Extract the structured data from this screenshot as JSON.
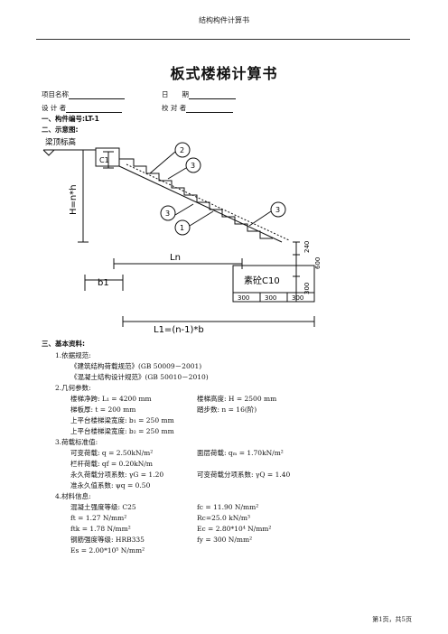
{
  "header": {
    "text": "结构构件计算书"
  },
  "title": "板式楼梯计算书",
  "info": {
    "project_name_label": "项目名称",
    "date_label": "日　　期",
    "designer_label": "设 计 者",
    "checker_label": "校 对 者"
  },
  "sections": {
    "s1": "一、构件编号:LT-1",
    "s2": "二、示意图:",
    "s3": "三、基本资料:"
  },
  "diagram": {
    "label_elevation": "梁顶标高",
    "label_c1": "C1",
    "label_height": "H=n*h",
    "label_ln": "Ln",
    "label_b1": "b1",
    "label_concrete": "素砼C10",
    "label_l1": "L1=(n-1)*b",
    "dims_bottom": [
      "300",
      "300",
      "300"
    ],
    "dims_right": [
      "240",
      "600",
      "300"
    ],
    "callouts": [
      "2",
      "3",
      "3",
      "1",
      "3"
    ]
  },
  "basic": {
    "item1": "1.依据规范:",
    "code1": "《建筑结构荷载规范》(GB 50009－2001)",
    "code2": "《混凝土结构设计规范》(GB 50010－2010)",
    "item2": "2.几何参数:",
    "geo_rows": [
      [
        "楼梯净跨: L₁ = 4200 mm",
        "楼梯高度: H = 2500 mm"
      ],
      [
        "梯板厚: t = 200 mm",
        "踏步数: n = 16(阶)"
      ],
      [
        "上平台楼梯梁宽度: b₁ = 250 mm",
        ""
      ],
      [
        "上平台楼梯梁宽度: b₂ = 250 mm",
        ""
      ]
    ],
    "item3": "3.荷载标准值:",
    "load_rows": [
      [
        "可变荷载: q = 2.50kN/m²",
        "面层荷载: qₘ = 1.70kN/m²"
      ],
      [
        "栏杆荷载: qf = 0.20kN/m",
        ""
      ],
      [
        "永久荷载分项系数: γG = 1.20",
        "可变荷载分项系数: γQ = 1.40"
      ],
      [
        "准永久值系数: ψq = 0.50",
        ""
      ]
    ],
    "item4": "4.材料信息:",
    "mat_rows": [
      [
        "混凝土强度等级: C25",
        "fc = 11.90 N/mm²"
      ],
      [
        "ft = 1.27 N/mm²",
        "Rc=25.0 kN/m³"
      ],
      [
        "ftk = 1.78 N/mm²",
        "Ec = 2.80*10⁴ N/mm²"
      ],
      [
        "钢筋强度等级: HRB335",
        "fy = 300 N/mm²"
      ],
      [
        "Es = 2.00*10⁵ N/mm²",
        ""
      ]
    ]
  },
  "footer": "第1页，共5页"
}
